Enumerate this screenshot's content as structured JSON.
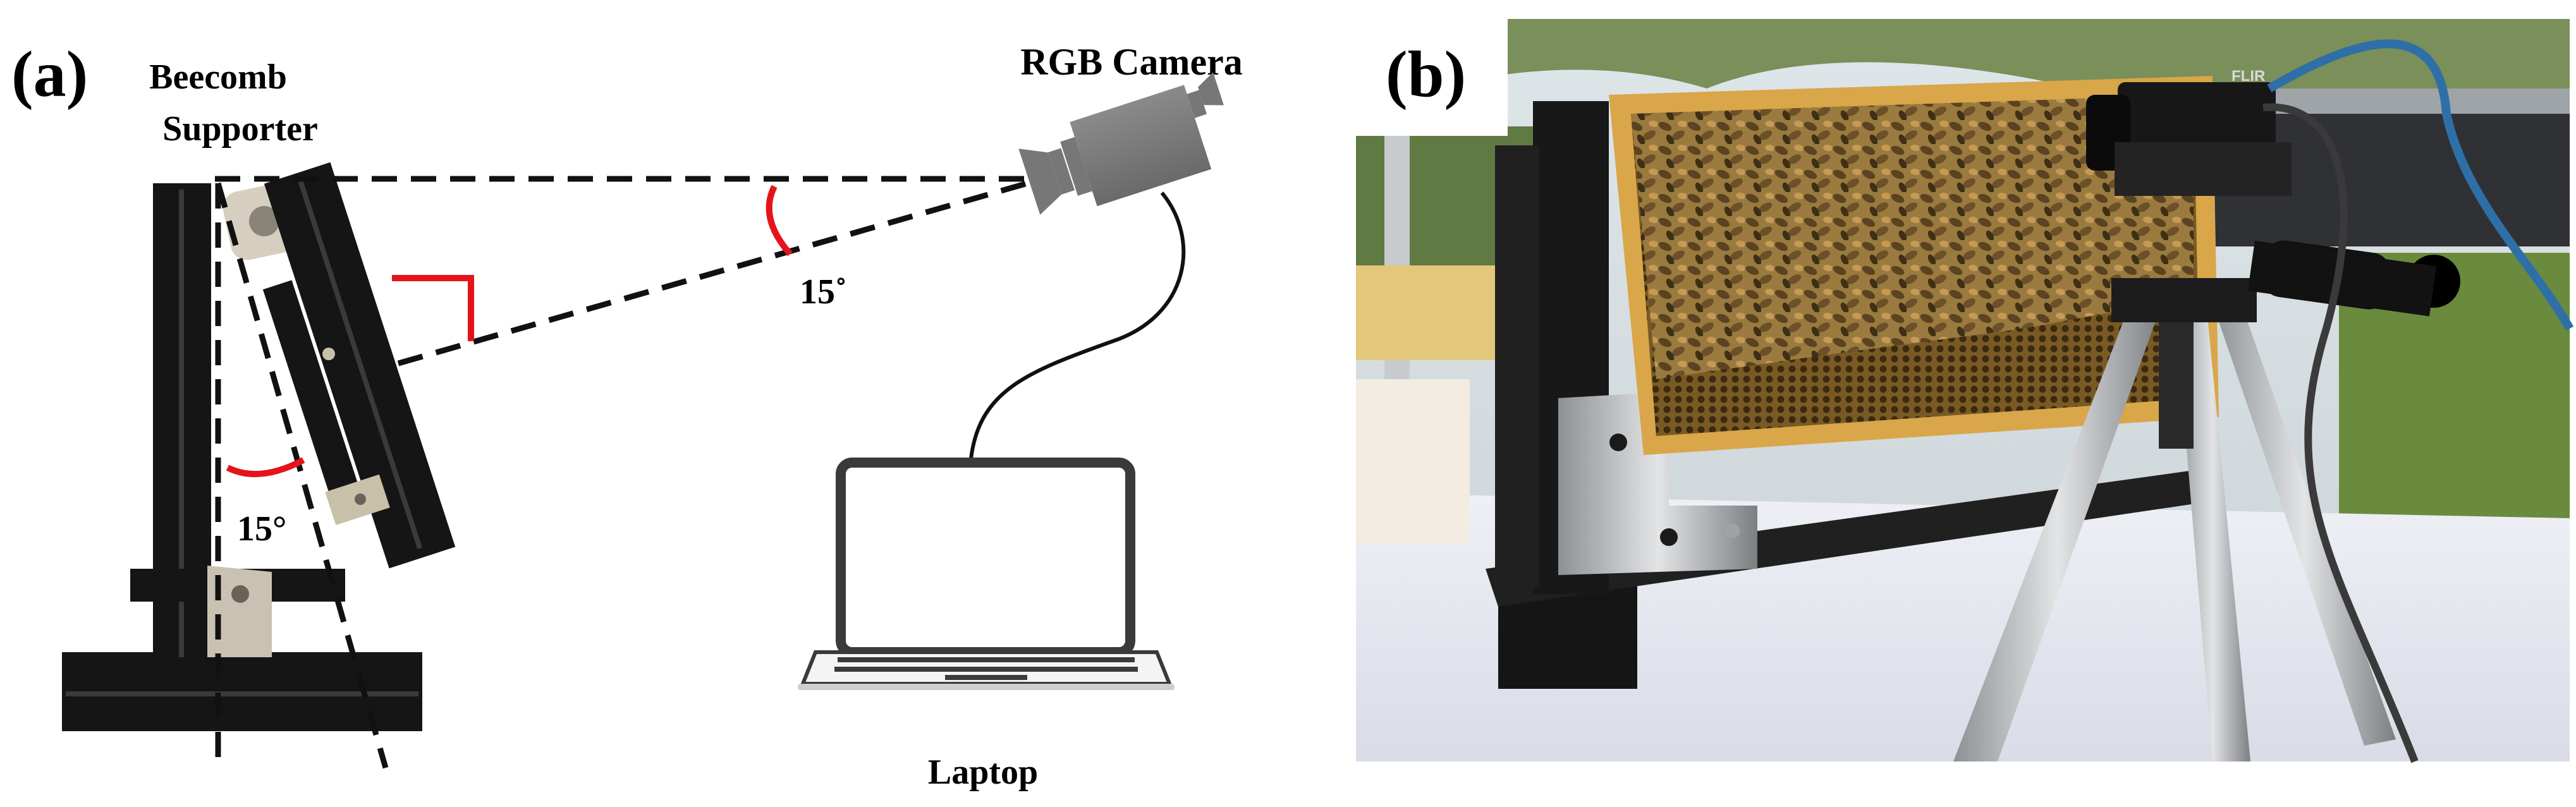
{
  "figure": {
    "panel_a": {
      "tag": "(a)",
      "support_label_1": "Beecomb",
      "support_label_2": "Supporter",
      "camera_label": "RGB Camera",
      "laptop_label": "Laptop",
      "angle_top": "15˚",
      "angle_bottom": "15°"
    },
    "panel_b": {
      "tag": "(b)",
      "camera_brand": "FLIR"
    }
  },
  "colors": {
    "accent_red": "#e5141a",
    "frame_black": "#161616",
    "camera_gray": "#777777"
  }
}
